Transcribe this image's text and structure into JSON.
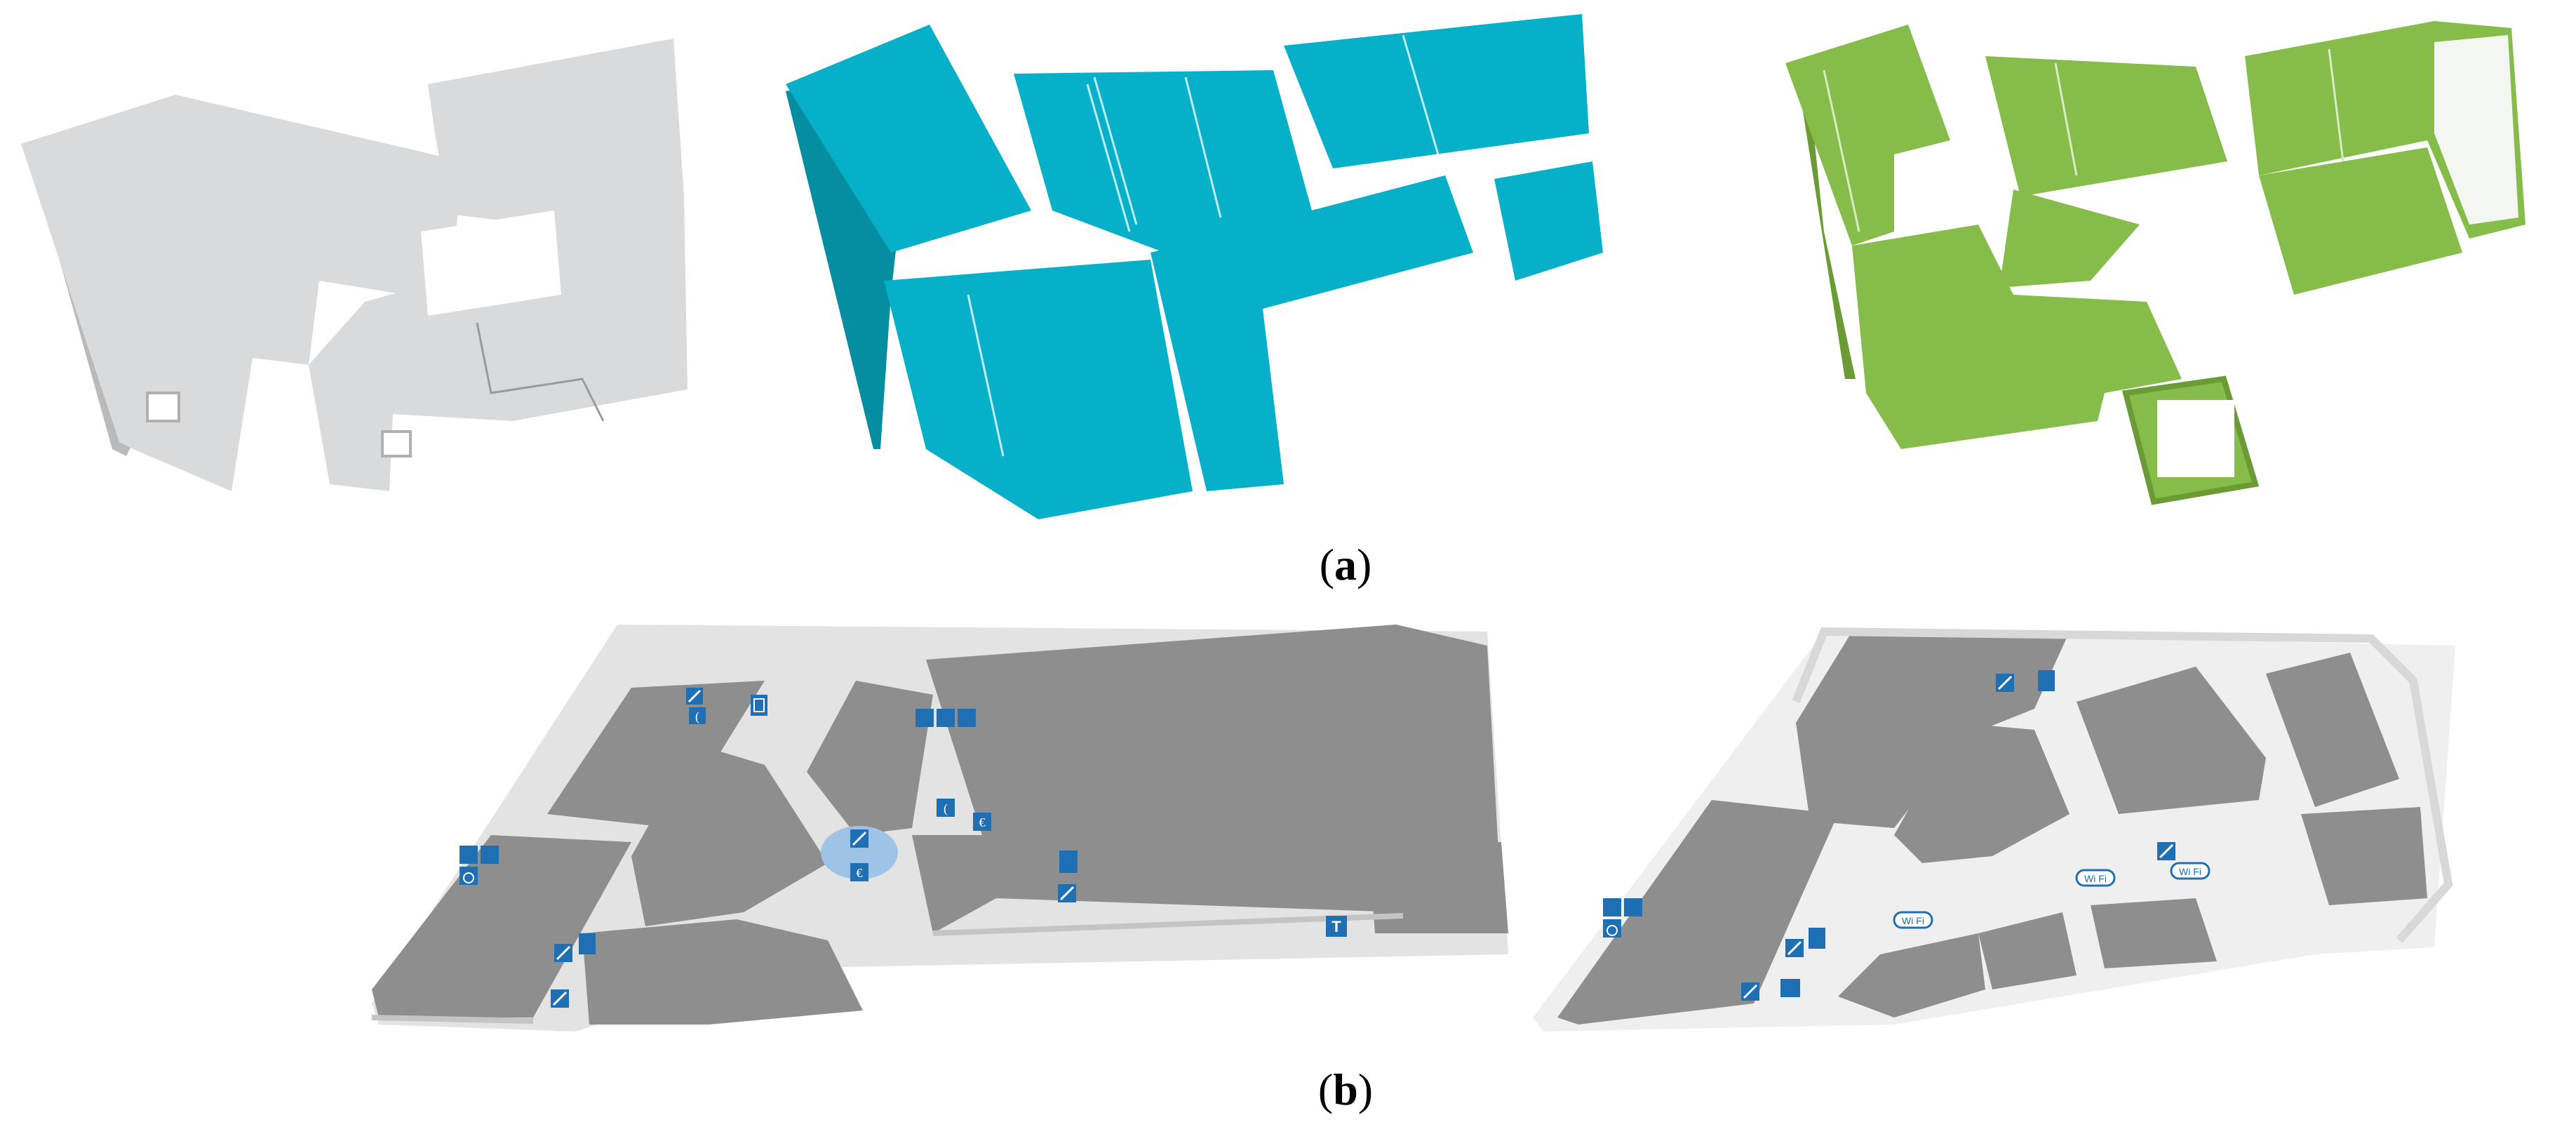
{
  "captions": {
    "a_letter": "a",
    "b_letter": "b",
    "open": "(",
    "close": ")"
  },
  "colors": {
    "gray_top": "#d9dadc",
    "gray_side": "#b9babc",
    "blue_top": "#06b0c8",
    "blue_side": "#058ea2",
    "green_top": "#86bd4a",
    "green_side": "#6a9b35",
    "dark_top": "#8e8e8e",
    "dark_side": "#cfcfcf",
    "icon_blue": "#1f6fb5",
    "icon_fill": "#ffffff"
  },
  "icons": {
    "escalator": "escalator-icon",
    "elevator": "elevator-icon",
    "restroom": "restroom-icon",
    "accessible": "wheelchair-icon",
    "phone": "phone-icon",
    "euro": "euro-icon",
    "wifi": "wifi-icon",
    "taxi": "taxi-icon",
    "info": "info-icon"
  },
  "labels": {
    "wifi": "Wi Fi",
    "taxi": "T",
    "euro": "€"
  }
}
